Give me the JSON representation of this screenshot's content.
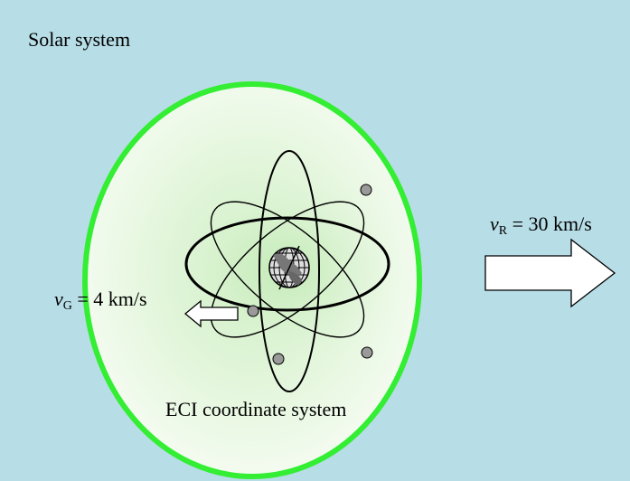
{
  "title": "Solar system",
  "eci_label": "ECI coordinate system",
  "v_r": {
    "symbol": "v",
    "subscript": "R",
    "value": "= 30 km/s"
  },
  "v_g": {
    "symbol": "v",
    "subscript": "G",
    "value": "= 4 km/s"
  },
  "colors": {
    "background": "#b7dde6",
    "sphere_border": "#33ee33",
    "sphere_fill_center": "#d8f3d0",
    "sphere_fill_edge": "#f4fbf0",
    "arrow_fill": "#ffffff",
    "satellite": "#9a9a9a",
    "orbit": "#000000"
  }
}
